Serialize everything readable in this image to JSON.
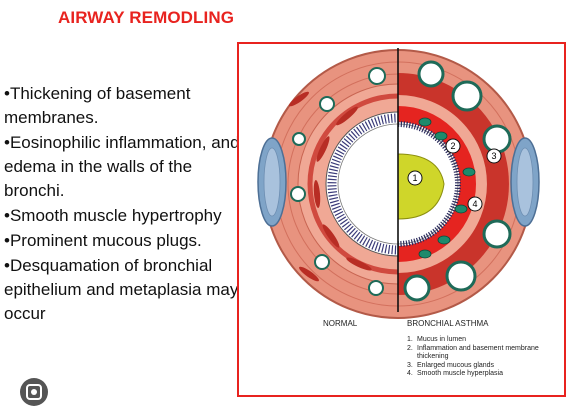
{
  "slide": {
    "title": "AIRWAY REMODLING",
    "bullets": [
      "•Thickening of basement membranes.",
      "•Eosinophilic inflammation, and edema in the walls of the bronchi.",
      "•Smooth muscle hypertrophy",
      "•Prominent mucous plugs.",
      "•Desquamation of bronchial epithelium and metaplasia may occur"
    ]
  },
  "figure": {
    "label_normal": "NORMAL",
    "label_asthma": "BRONCHIAL ASTHMA",
    "markers": [
      "1",
      "2",
      "3",
      "4"
    ],
    "legend": [
      {
        "num": "1.",
        "text": "Mucus in lumen"
      },
      {
        "num": "2.",
        "text": "Inflammation and basement membrane thickening"
      },
      {
        "num": "3.",
        "text": "Enlarged mucous glands"
      },
      {
        "num": "4.",
        "text": "Smooth muscle hyperplasia"
      }
    ],
    "colors": {
      "wall": "#e8937f",
      "muscle": "#c9342b",
      "mucus": "#cfd62a",
      "gland": "#1e8a6c",
      "cartilage": "#7fa4c8",
      "frame": "#e8231f"
    }
  },
  "lens": {
    "icon": "lens-icon"
  }
}
